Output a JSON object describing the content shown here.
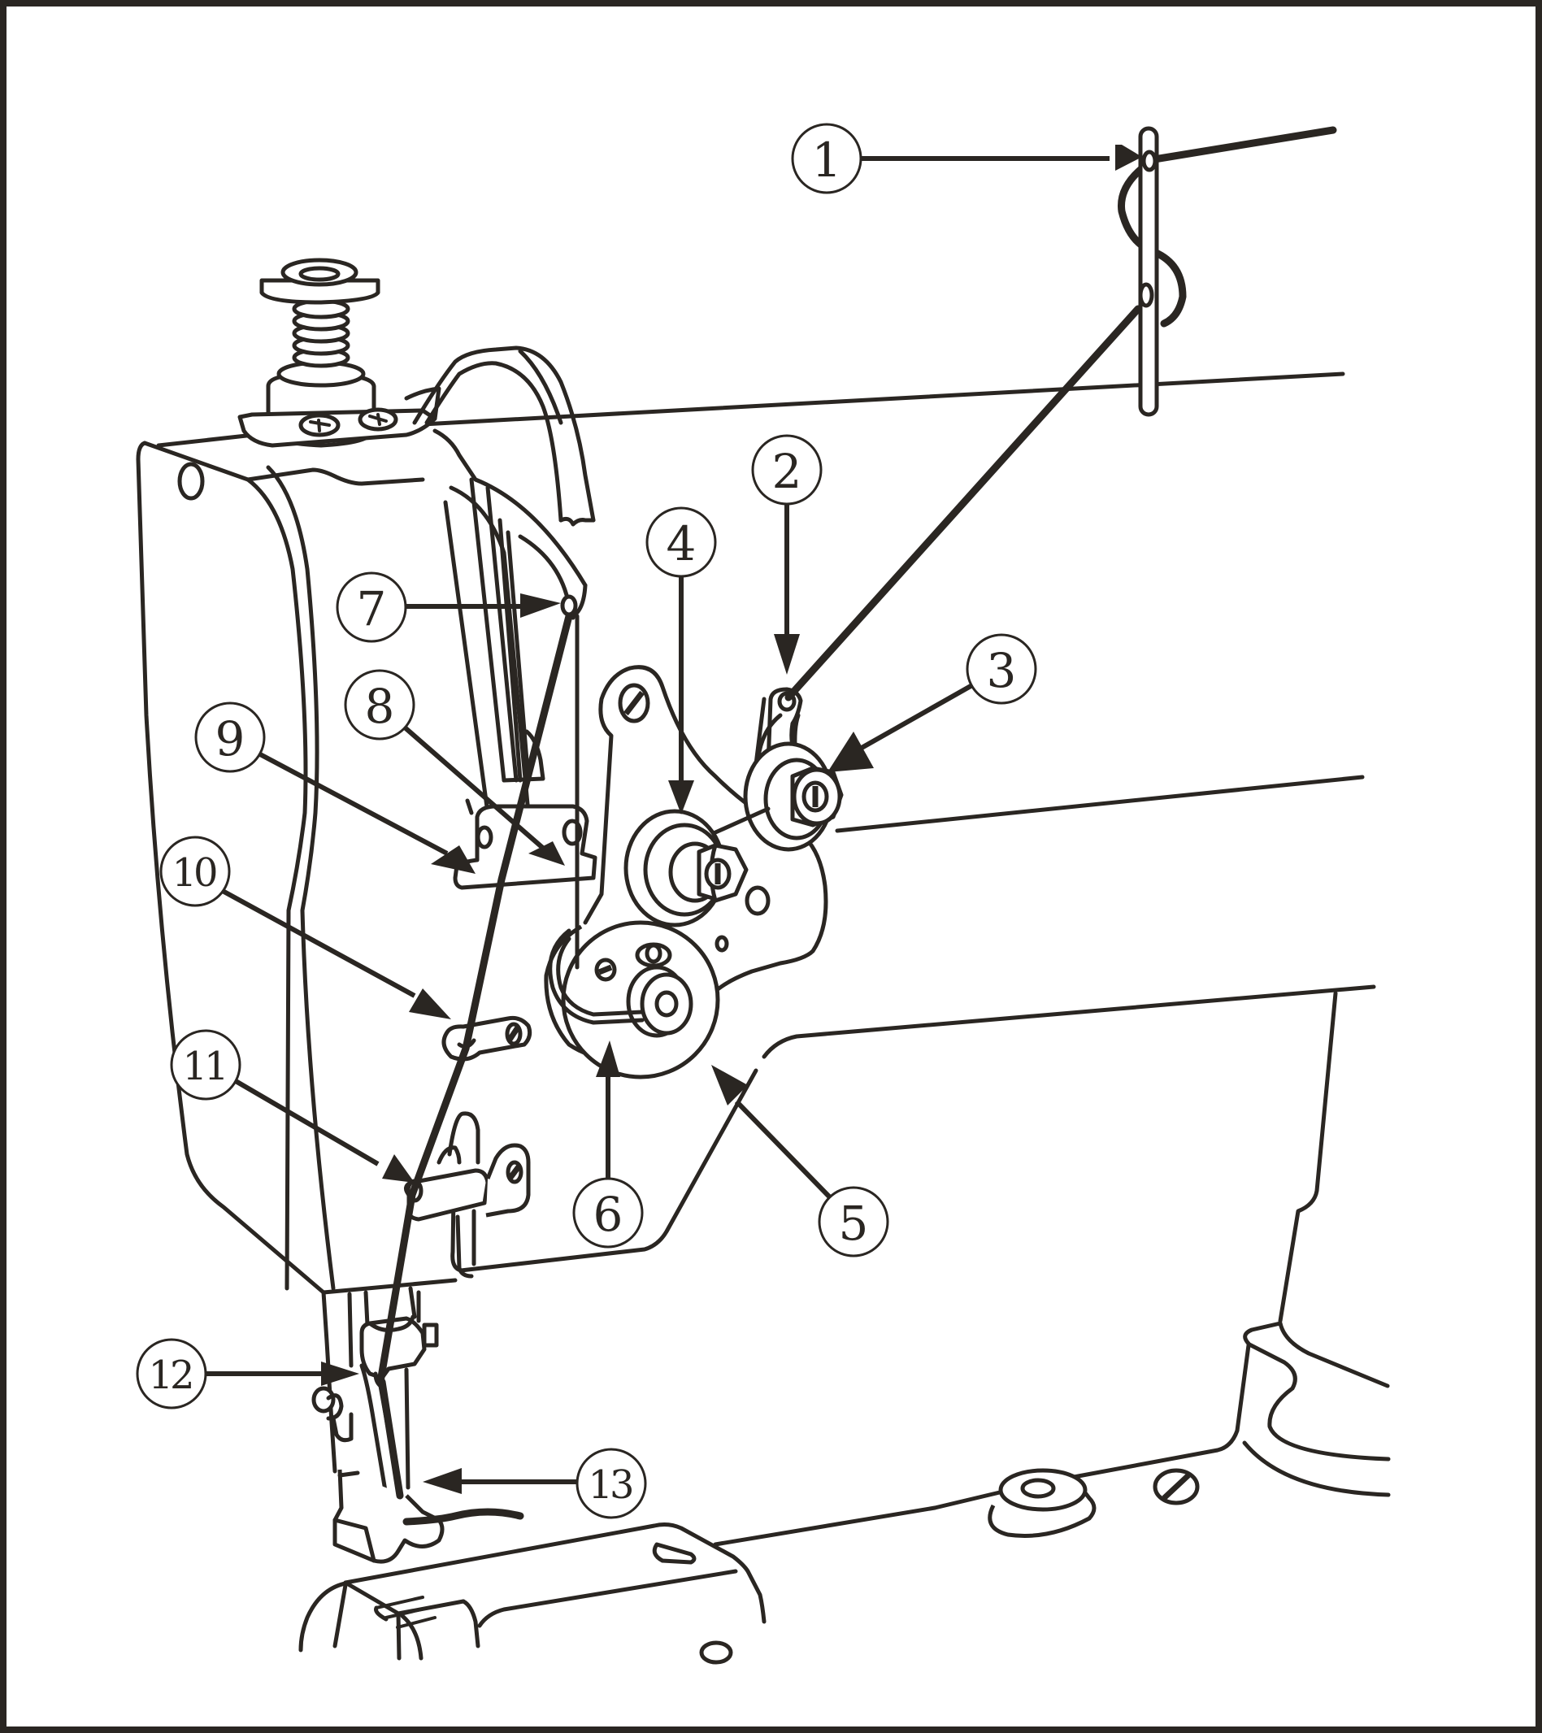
{
  "diagram": {
    "title": "Upper thread threading path",
    "subject": "sewing-machine-head",
    "stroke_color": "#2a2622",
    "background_color": "#ffffff",
    "callouts": [
      {
        "id": 1,
        "label": "1",
        "target": "thread-guide-pin"
      },
      {
        "id": 2,
        "label": "2",
        "target": "thread-guide-eyelet"
      },
      {
        "id": 3,
        "label": "3",
        "target": "pre-tension-disc"
      },
      {
        "id": 4,
        "label": "4",
        "target": "main-tension-disc"
      },
      {
        "id": 5,
        "label": "5",
        "target": "secondary-tension-disc"
      },
      {
        "id": 6,
        "label": "6",
        "target": "thread-check-spring"
      },
      {
        "id": 7,
        "label": "7",
        "target": "take-up-lever-eye"
      },
      {
        "id": 8,
        "label": "8",
        "target": "upper-thread-guide-right"
      },
      {
        "id": 9,
        "label": "9",
        "target": "upper-thread-guide-left"
      },
      {
        "id": 10,
        "label": "10",
        "target": "face-thread-guide-hook"
      },
      {
        "id": 11,
        "label": "11",
        "target": "needle-bar-thread-guide"
      },
      {
        "id": 12,
        "label": "12",
        "target": "needle-clamp-guide"
      },
      {
        "id": 13,
        "label": "13",
        "target": "needle-eye"
      }
    ]
  }
}
